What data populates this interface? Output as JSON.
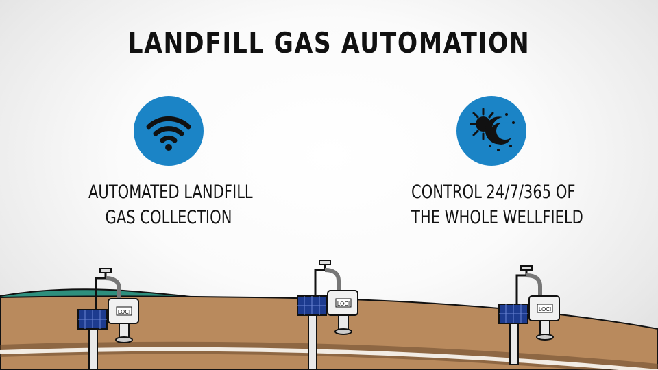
{
  "title": "LANDFILL GAS AUTOMATION",
  "features": [
    {
      "icon": "wifi-icon",
      "caption_line1": "AUTOMATED LANDFILL",
      "caption_line2": "GAS COLLECTION"
    },
    {
      "icon": "day-night-icon",
      "caption_line1": "CONTROL 24/7/365 OF",
      "caption_line2": "THE WHOLE WELLFIELD"
    }
  ],
  "device_label": "LOCI",
  "colors": {
    "accent_blue": "#1b84c6",
    "soil": "#b98a5d",
    "grass": "#2e8f7d",
    "solar_panel": "#1d3b8f"
  }
}
